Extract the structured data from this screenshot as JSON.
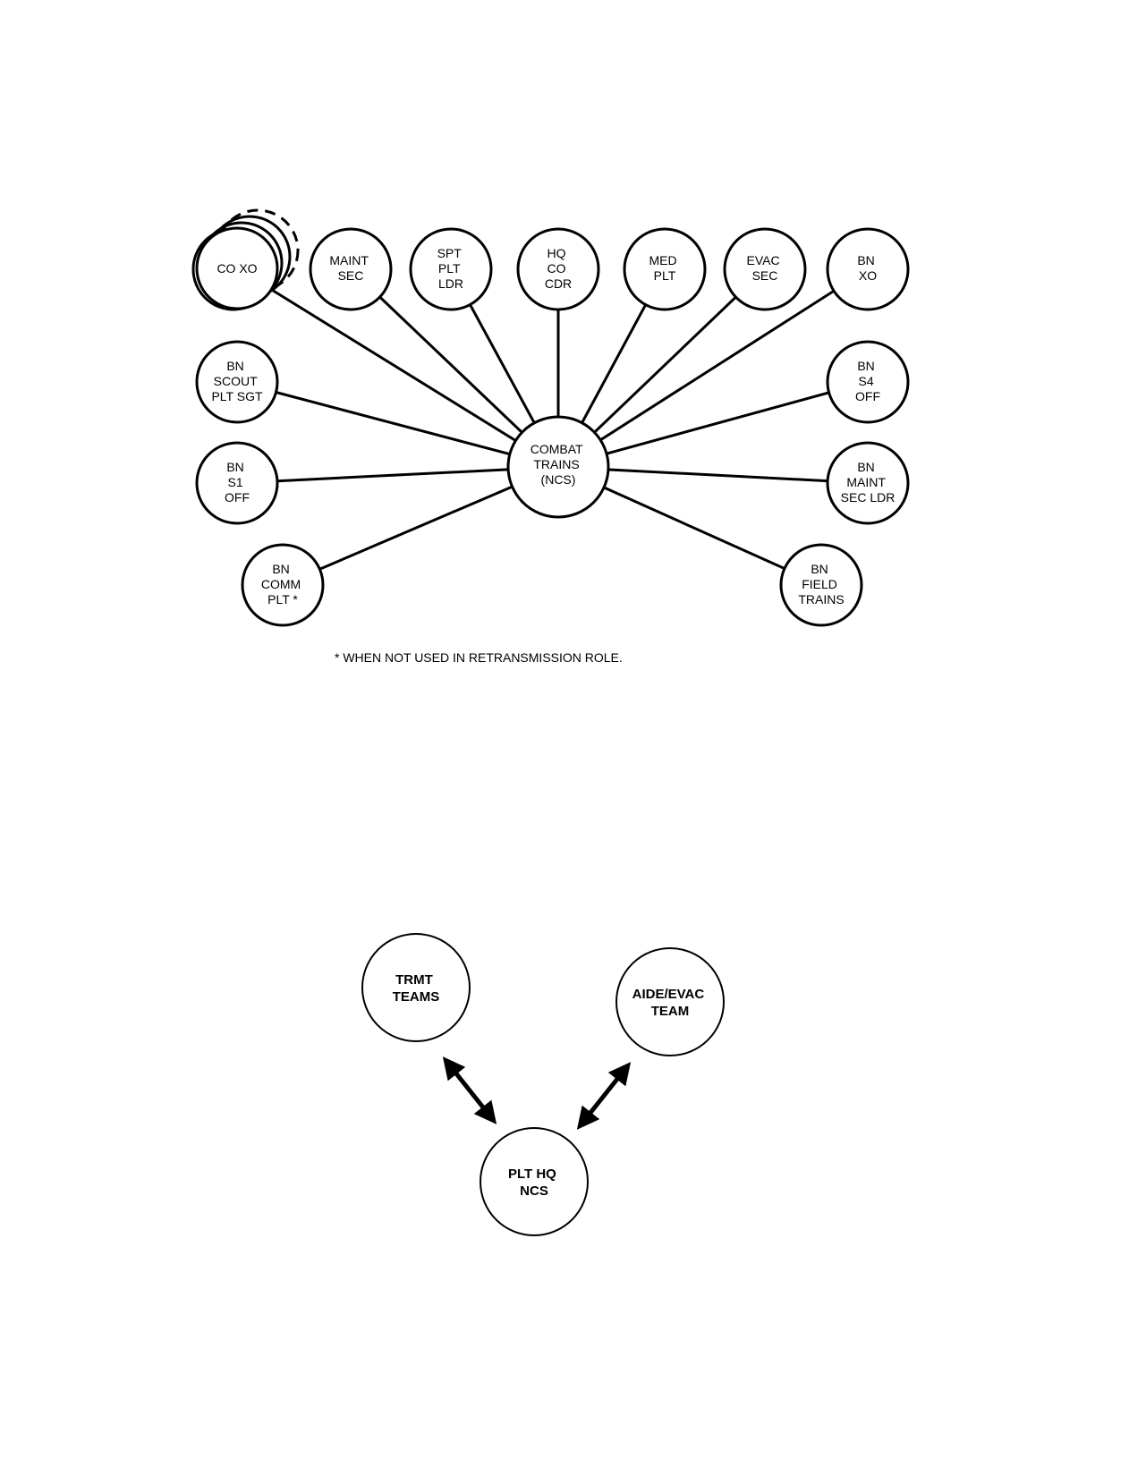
{
  "net_diagram": {
    "center": {
      "id": "combat-trains",
      "lines": [
        "COMBAT",
        "TRAINS",
        "(NCS)"
      ]
    },
    "stations": [
      {
        "id": "co-xo",
        "lines": [
          "CO XO"
        ],
        "stacked": true
      },
      {
        "id": "maint-sec",
        "lines": [
          "MAINT",
          "SEC"
        ]
      },
      {
        "id": "spt-plt-ldr",
        "lines": [
          "SPT",
          "PLT",
          "LDR"
        ]
      },
      {
        "id": "hq-co-cdr",
        "lines": [
          "HQ",
          "CO",
          "CDR"
        ]
      },
      {
        "id": "med-plt",
        "lines": [
          "MED",
          "PLT"
        ]
      },
      {
        "id": "evac-sec",
        "lines": [
          "EVAC",
          "SEC"
        ]
      },
      {
        "id": "bn-xo",
        "lines": [
          "BN",
          "XO"
        ]
      },
      {
        "id": "bn-scout-plt-sgt",
        "lines": [
          "BN",
          "SCOUT",
          "PLT SGT"
        ]
      },
      {
        "id": "bn-s4-off",
        "lines": [
          "BN",
          "S4",
          "OFF"
        ]
      },
      {
        "id": "bn-s1-off",
        "lines": [
          "BN",
          "S1",
          "OFF"
        ]
      },
      {
        "id": "bn-maint-sec-ldr",
        "lines": [
          "BN",
          "MAINT",
          "SEC LDR"
        ]
      },
      {
        "id": "bn-comm-plt",
        "lines": [
          "BN",
          "COMM",
          "PLT *"
        ]
      },
      {
        "id": "bn-field-trains",
        "lines": [
          "BN",
          "FIELD",
          "TRAINS"
        ]
      }
    ],
    "footnote": "* WHEN NOT USED IN RETRANSMISSION ROLE."
  },
  "platoon_net": {
    "nodes": [
      {
        "id": "trmt-teams",
        "lines": [
          "TRMT",
          "TEAMS"
        ]
      },
      {
        "id": "aide-evac-team",
        "lines": [
          "AIDE/EVAC",
          "TEAM"
        ]
      },
      {
        "id": "plt-hq-ncs",
        "lines": [
          "PLT HQ",
          "NCS"
        ]
      }
    ],
    "links": [
      {
        "from": "plt-hq-ncs",
        "to": "trmt-teams",
        "direction": "two-way"
      },
      {
        "from": "plt-hq-ncs",
        "to": "aide-evac-team",
        "direction": "two-way"
      }
    ]
  }
}
